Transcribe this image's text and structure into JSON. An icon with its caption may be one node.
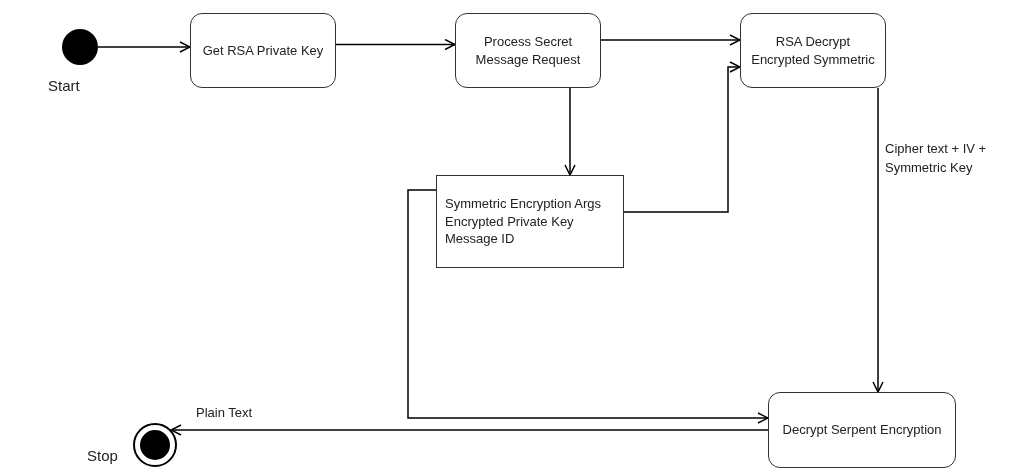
{
  "diagram": {
    "nodes": [
      {
        "text": [],
        "shape": "circle",
        "beside": [
          "Start"
        ]
      },
      {
        "text": [
          "Get RSA Private Key"
        ]
      },
      {
        "text": [
          "Process Secret Message Request"
        ]
      },
      {
        "text": [
          "RSA Decrypt Encrypted Symmetric"
        ]
      },
      {
        "text": [
          "Symmetric Encryption Args",
          "Encrypted Private Key",
          "Message ID"
        ]
      },
      {
        "text": [
          "Decrypt Serpent Encryption"
        ]
      },
      {
        "text": [],
        "shape": "circle",
        "beside": [
          "Stop"
        ]
      }
    ],
    "edges": [
      {
        "from": 0,
        "to": 1,
        "arrow": "to"
      },
      {
        "from": 1,
        "to": 2,
        "arrow": "to"
      },
      {
        "from": 2,
        "to": 3,
        "arrow": "to"
      },
      {
        "from": 2,
        "to": 4,
        "arrow": "to"
      },
      {
        "from": 4,
        "to": 3,
        "arrow": "to"
      },
      {
        "from": 3,
        "to": 5,
        "arrow": "to",
        "label": "Cipher text + IV + Symmetric Key"
      },
      {
        "from": 4,
        "to": 5,
        "arrow": "to"
      },
      {
        "from": 5,
        "to": 6,
        "arrow": "to",
        "label": "Plain Text"
      }
    ]
  }
}
